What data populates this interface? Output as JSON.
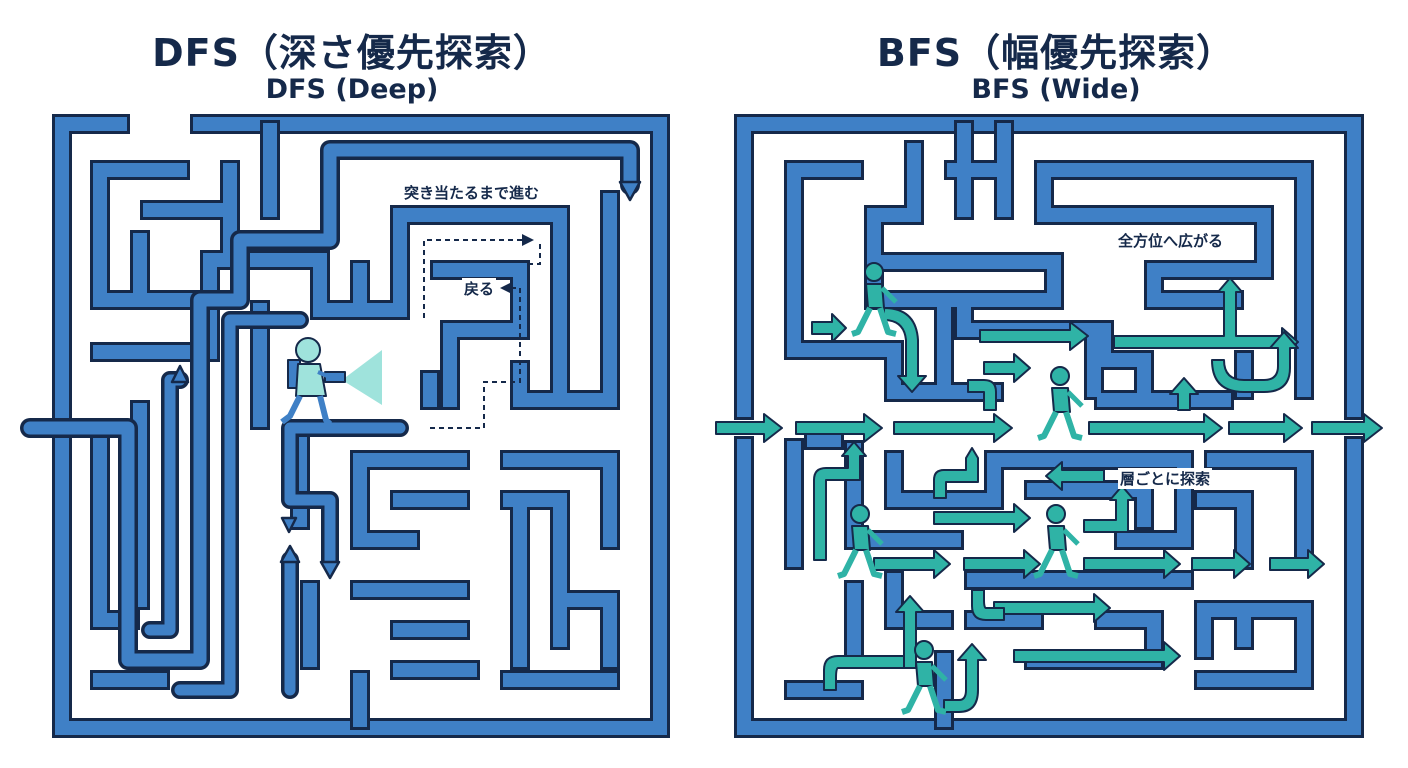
{
  "dfs": {
    "title": "DFS（深さ優先探索）",
    "subtitle": "DFS (Deep)",
    "annotations": {
      "advance": "突き当たるまで進む",
      "back": "戻る"
    },
    "figure_icon": "explorer-with-flashlight-icon"
  },
  "bfs": {
    "title": "BFS（幅優先探索）",
    "subtitle": "BFS (Wide)",
    "annotations": {
      "spread": "全方位へ広がる",
      "layer": "層ごとに探索"
    },
    "figure_icon": "walking-person-icon"
  },
  "colors": {
    "wall_fill": "#3f80c6",
    "wall_outline": "#15294a",
    "path_arrow": "#2fb3a6",
    "text": "#15294a",
    "flashlight_beam": "#9fe3dc"
  }
}
